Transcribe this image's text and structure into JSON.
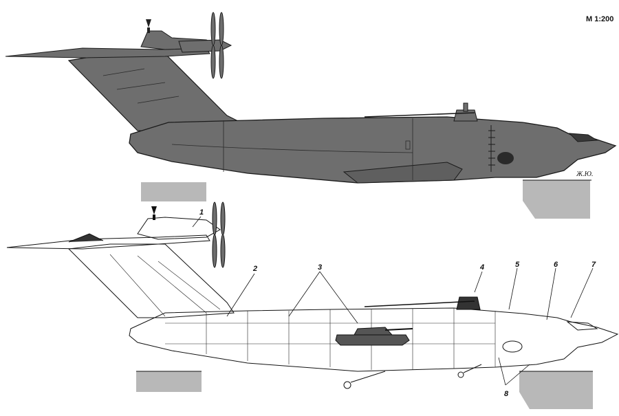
{
  "scale": "M 1:200",
  "signature": "Ж.Ю.",
  "callouts": [
    {
      "id": "1",
      "label": "1"
    },
    {
      "id": "2",
      "label": "2"
    },
    {
      "id": "3",
      "label": "3"
    },
    {
      "id": "4",
      "label": "4"
    },
    {
      "id": "5",
      "label": "5"
    },
    {
      "id": "6",
      "label": "6"
    },
    {
      "id": "7",
      "label": "7"
    },
    {
      "id": "8",
      "label": "8"
    }
  ],
  "colors": {
    "hull_fill": "#6e6e6e",
    "hull_stroke": "#1a1a1a",
    "water": "#b8b8b8",
    "line": "#111111",
    "background": "#ffffff"
  }
}
